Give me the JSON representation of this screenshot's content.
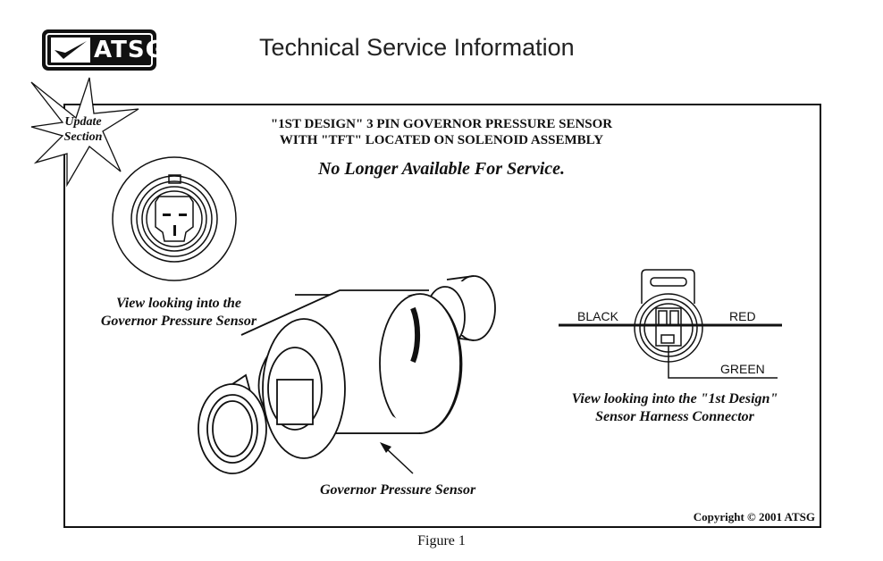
{
  "header": {
    "logo_text": "ATSG",
    "title": "Technical Service Information"
  },
  "badge": {
    "line1": "Update",
    "line2": "Section"
  },
  "heading": {
    "line1": "\"1ST  DESIGN\" 3 PIN GOVERNOR PRESSURE SENSOR",
    "line2": "WITH \"TFT\" LOCATED ON SOLENOID ASSEMBLY",
    "subtitle": "No Longer Available For Service."
  },
  "captions": {
    "sensor_view_1": "View looking into the",
    "sensor_view_2": "Governor Pressure Sensor",
    "sensor_label": "Governor Pressure Sensor",
    "harness_view_1": "View looking into the \"1st Design\"",
    "harness_view_2": "Sensor Harness Connector"
  },
  "wires": {
    "left": "BLACK",
    "right": "RED",
    "bottom": "GREEN"
  },
  "copyright": "Copyright © 2001 ATSG",
  "figure": "Figure 1"
}
